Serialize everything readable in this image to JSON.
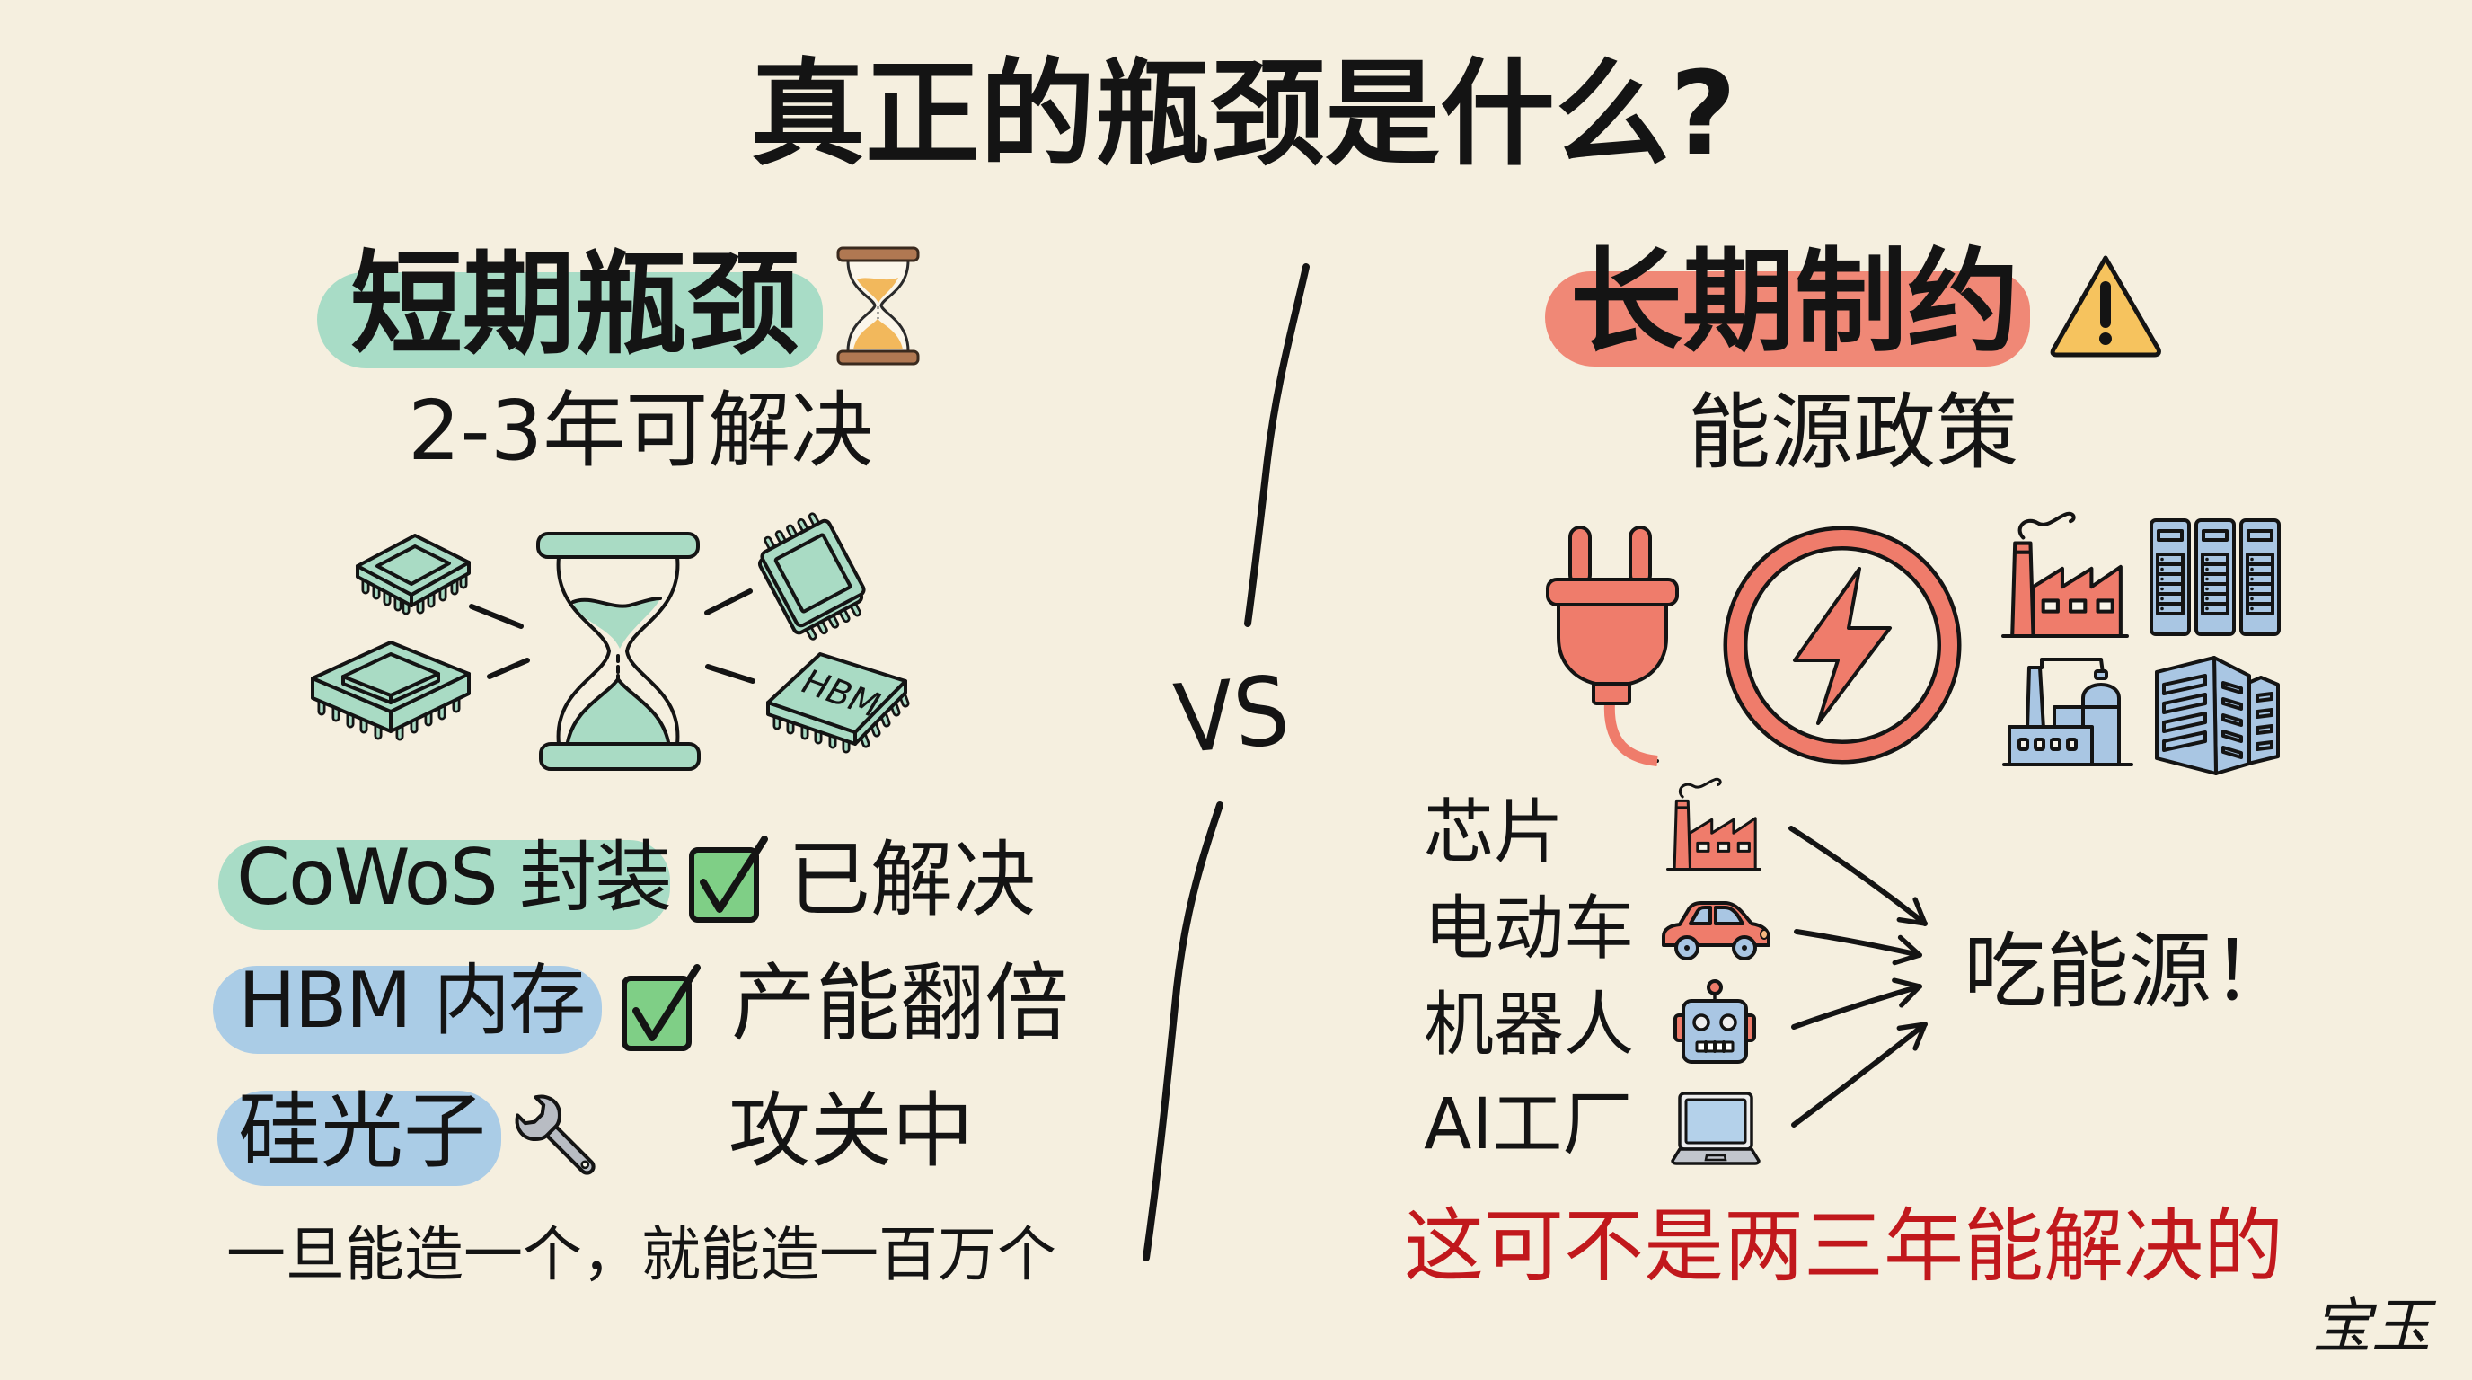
{
  "title": "真正的瓶颈是什么?",
  "left_panel": {
    "heading": "短期瓶颈",
    "heading_icon": "hourglass-emoji",
    "subheading": "2-3年可解决",
    "illustration": {
      "center_icon": "hourglass",
      "chips": [
        "chip",
        "chip",
        "chip",
        "hbm-chip"
      ],
      "chip_label": "HBM"
    },
    "items": [
      {
        "label": "CoWoS 封装",
        "highlight": "green",
        "status_icon": "checkbox-checked",
        "status": "已解决"
      },
      {
        "label": "HBM 内存",
        "highlight": "blue",
        "status_icon": "checkbox-checked",
        "status": "产能翻倍"
      },
      {
        "label": "硅光子",
        "highlight": "blue",
        "status_icon": "wrench",
        "status": "攻关中"
      }
    ],
    "footnote": "一旦能造一个，就能造一百万个"
  },
  "divider": {
    "label": "VS"
  },
  "right_panel": {
    "heading": "长期制约",
    "heading_icon": "warning",
    "subheading": "能源政策",
    "energy_icons": [
      "plug",
      "lightning-circle",
      "factory",
      "server-racks",
      "power-plant",
      "office-building"
    ],
    "consumers": [
      {
        "label": "芯片",
        "icon": "factory"
      },
      {
        "label": "电动车",
        "icon": "car"
      },
      {
        "label": "机器人",
        "icon": "robot"
      },
      {
        "label": "AI工厂",
        "icon": "laptop"
      }
    ],
    "result": "吃能源！",
    "conclusion": "这可不是两三年能解决的"
  },
  "signature": "宝玉",
  "colors": {
    "bg": "#f5efdf",
    "ink": "#141414",
    "green_highlight": "#a8dcc6",
    "red_highlight": "#f08876",
    "blue_highlight": "#aacce6",
    "chip_green": "#a9dbc4",
    "icon_red": "#ef7c6b",
    "icon_blue": "#a9c6e3",
    "check_green": "#7fcf86",
    "wrench_gray": "#b8bcc3",
    "warning_yellow": "#f6c35e",
    "hourglass_brown": "#b07852",
    "sand_orange": "#f2b85c",
    "conclusion_red": "#c1181c"
  }
}
